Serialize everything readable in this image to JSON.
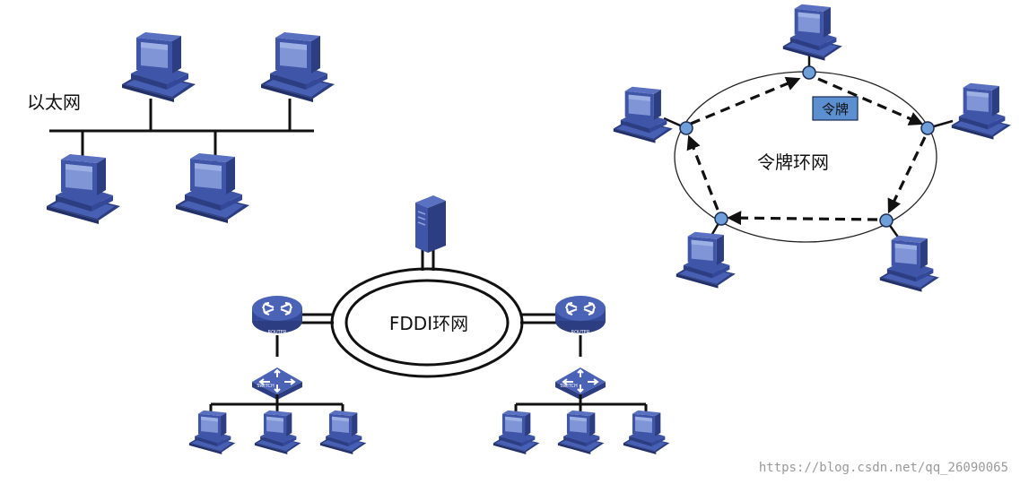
{
  "ethernet": {
    "label": "以太网"
  },
  "token_ring": {
    "label": "令牌环网",
    "token_label": "令牌"
  },
  "fddi": {
    "label": "FDDI环网",
    "router_tag": "ROUTER",
    "switch_tag": "SWITCH"
  },
  "watermark": "https://blog.csdn.net/qq_26090065",
  "colors": {
    "computer_body": "#3f55a8",
    "computer_dark": "#2c3d82",
    "computer_screen": "#7f95d6",
    "node_dot": "#6f9fd8",
    "token_box": "#5b8fd0"
  }
}
